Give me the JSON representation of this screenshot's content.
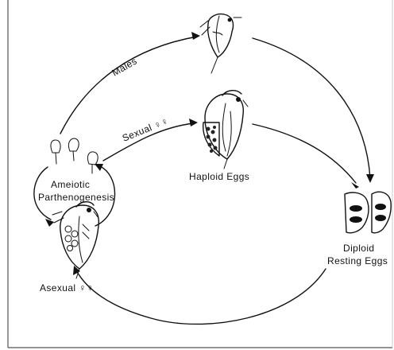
{
  "labels": {
    "males": "Males",
    "sexual": "Sexual ♀♀",
    "haploid_eggs": "Haploid Eggs",
    "ameiotic_line1": "Ameiotic",
    "ameiotic_line2": "Parthenogenesis",
    "diploid_line1": "Diploid",
    "diploid_line2": "Resting Eggs",
    "asexual": "Asexual ♀♀"
  }
}
